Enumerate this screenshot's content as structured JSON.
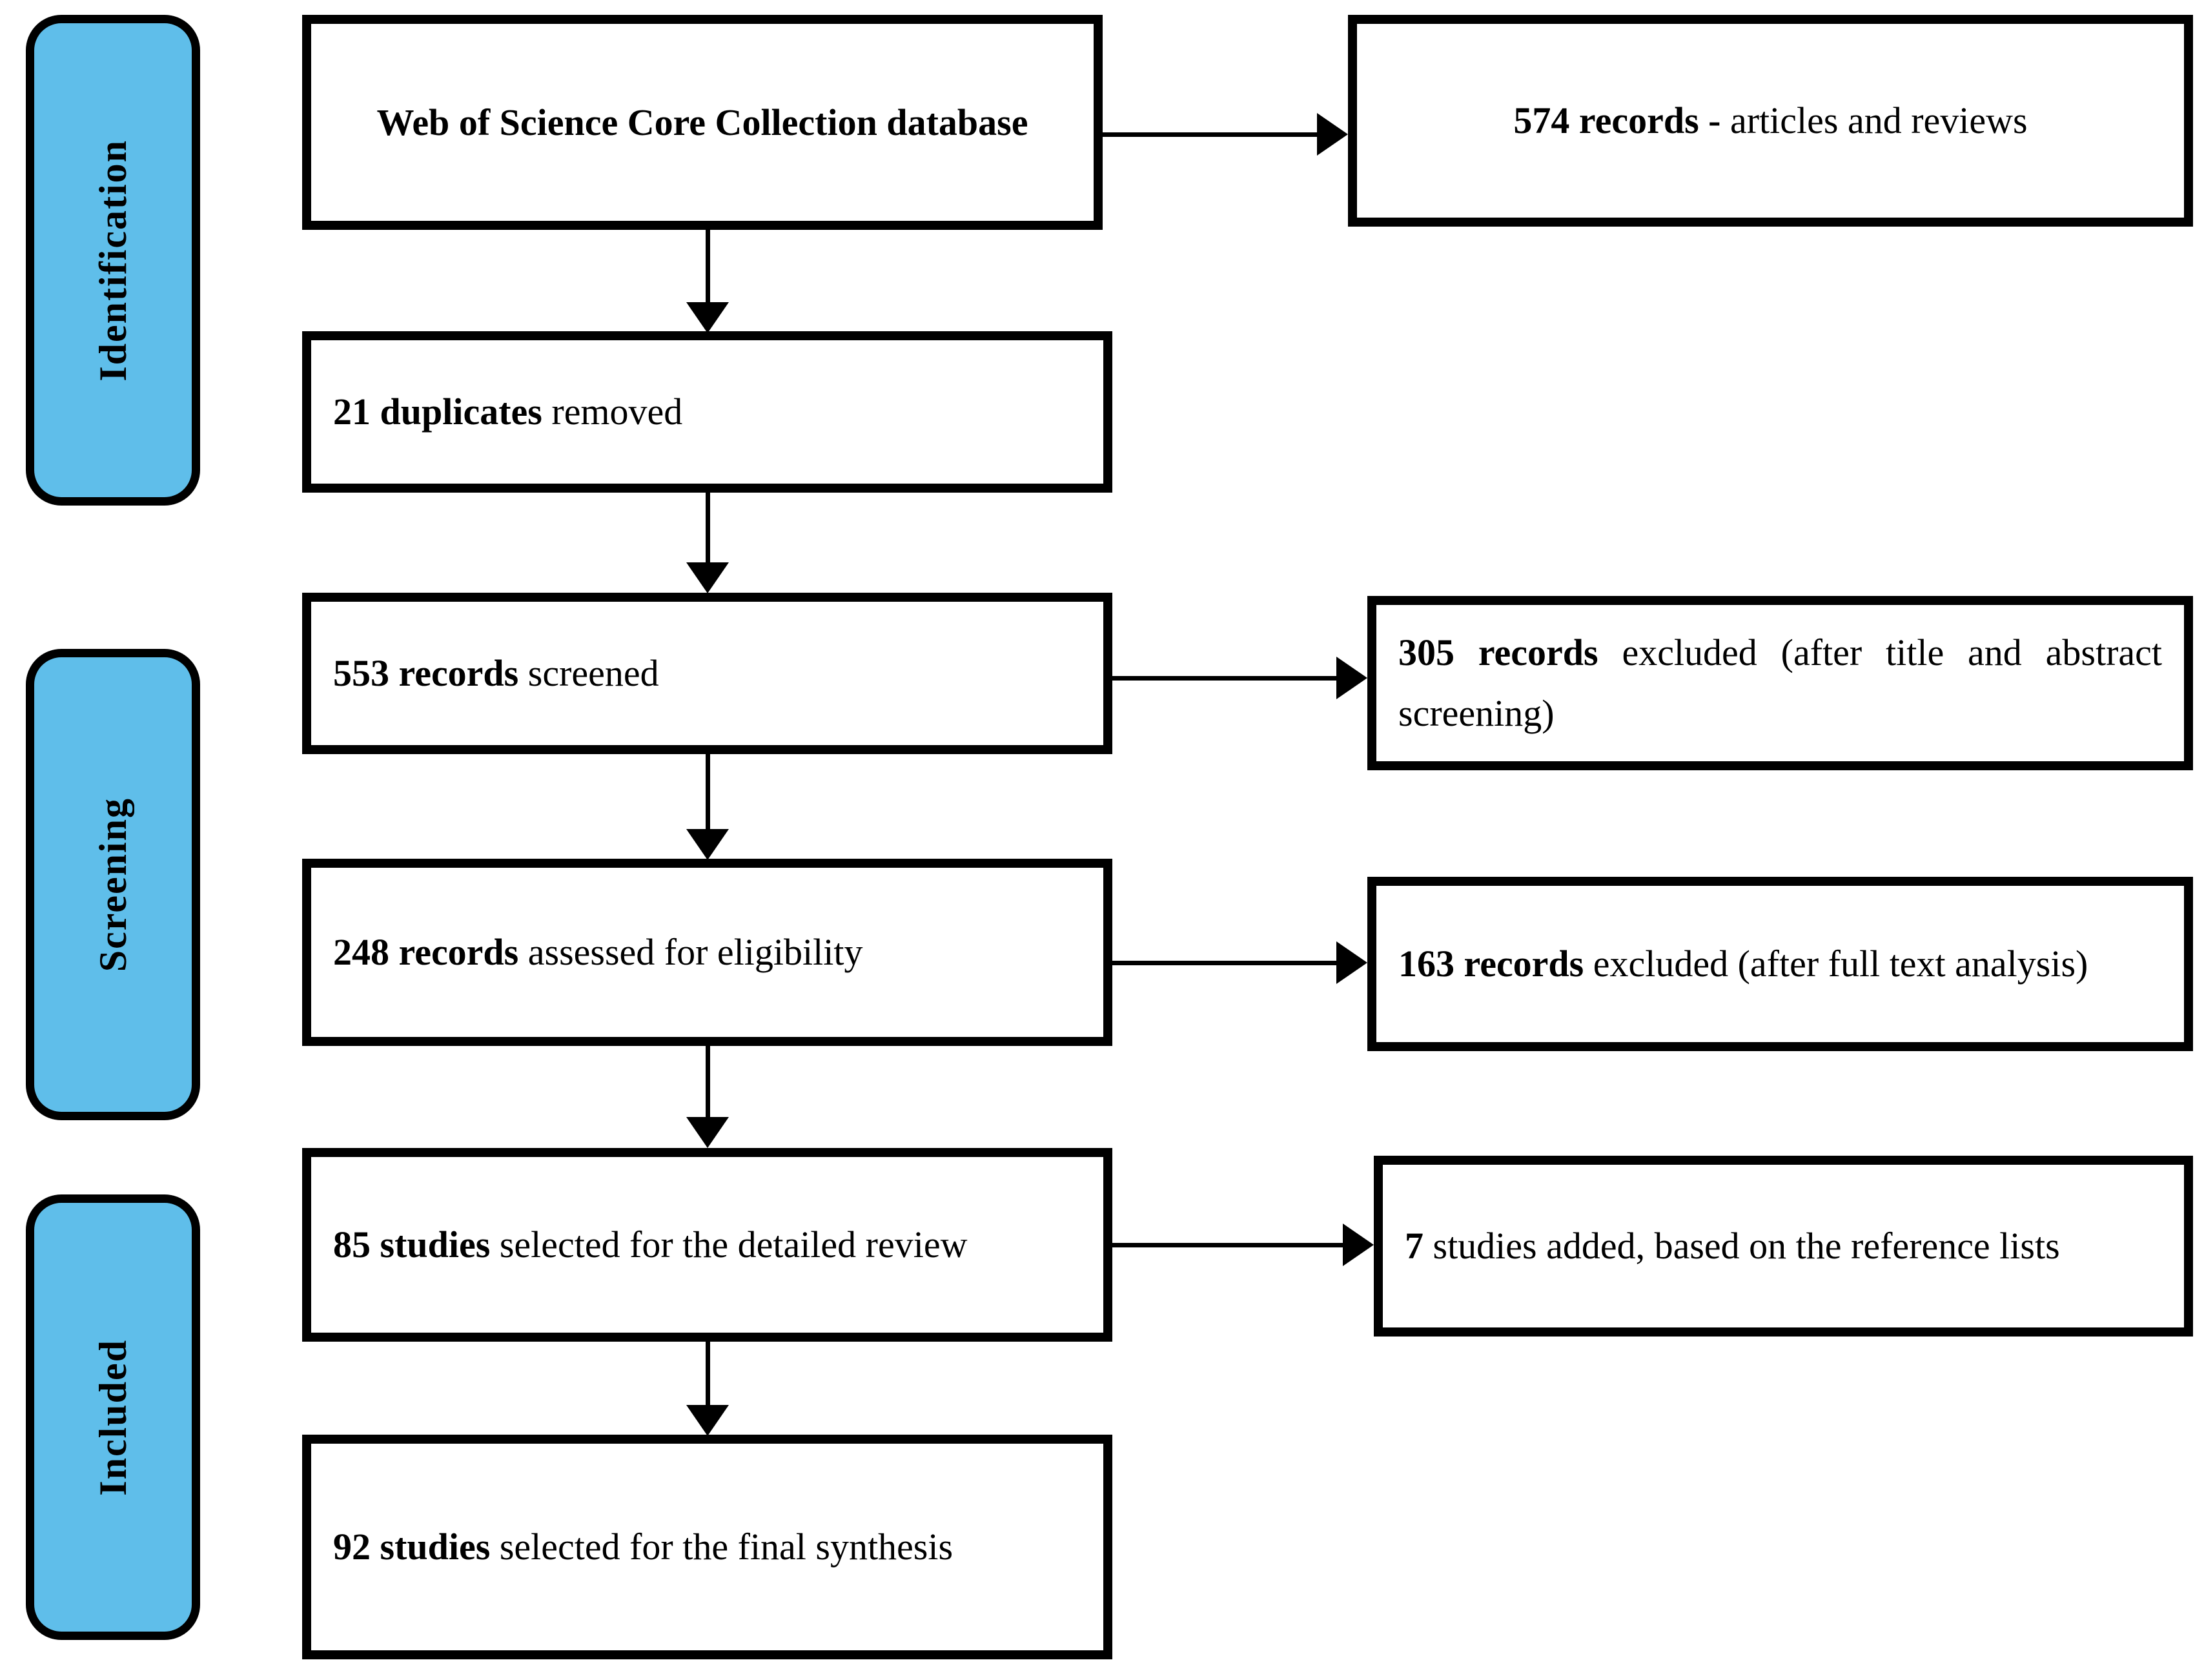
{
  "diagram": {
    "title": "PRISMA study selection flow diagram",
    "colors": {
      "pill_fill": "#5FBEEA",
      "stroke": "#000000",
      "box_fill": "#FFFFFF"
    },
    "phases": [
      {
        "id": "identification",
        "label": "Identification"
      },
      {
        "id": "screening",
        "label": "Screening"
      },
      {
        "id": "included",
        "label": "Included"
      }
    ],
    "main_boxes": [
      {
        "id": "source-database",
        "emphasis": "Web of Science Core Collection database",
        "rest": "",
        "full_text": "Web of Science Core Collection database",
        "align": "center",
        "bold_all": true
      },
      {
        "id": "duplicates-removed",
        "emphasis": "21 duplicates",
        "rest": " removed",
        "full_text": "21 duplicates removed",
        "align": "left",
        "bold_all": false
      },
      {
        "id": "records-screened",
        "emphasis": "553 records",
        "rest": " screened",
        "full_text": "553 records screened",
        "align": "left",
        "bold_all": false
      },
      {
        "id": "records-assessed",
        "emphasis": "248 records",
        "rest": " assessed for eligibility",
        "full_text": "248 records assessed for eligibility",
        "align": "left",
        "bold_all": false
      },
      {
        "id": "studies-detailed-review",
        "emphasis": "85 studies",
        "rest": " selected for the detailed review",
        "full_text": "85 studies selected for the detailed review",
        "align": "justify",
        "bold_all": false
      },
      {
        "id": "studies-final-synthesis",
        "emphasis": "92 studies",
        "rest": " selected for the final synthesis",
        "full_text": "92 studies selected for the final synthesis",
        "align": "justify",
        "bold_all": false
      }
    ],
    "side_boxes": [
      {
        "id": "records-articles-reviews",
        "emphasis": "574 records -",
        "rest": " articles and reviews",
        "full_text": "574 records - articles and reviews",
        "align": "center"
      },
      {
        "id": "records-excluded-title-abstract",
        "emphasis": "305 records",
        "rest": " excluded (after title and abstract screening)",
        "full_text": "305 records excluded (after title and abstract screening)",
        "align": "justify"
      },
      {
        "id": "records-excluded-full-text",
        "emphasis": "163 records",
        "rest": " excluded (after full text analysis)",
        "full_text": "163 records excluded (after full text analysis)",
        "align": "justify"
      },
      {
        "id": "studies-added-reference-lists",
        "emphasis": "7",
        "rest": " studies added, based on the reference lists",
        "full_text": "7 studies added, based on the reference lists",
        "align": "justify"
      }
    ],
    "counts": {
      "records_retrieved": 574,
      "duplicates_removed": 21,
      "records_screened": 553,
      "records_excluded_title_abstract": 305,
      "records_assessed": 248,
      "records_excluded_full_text": 163,
      "studies_detailed_review": 85,
      "studies_added_reference_lists": 7,
      "studies_final_synthesis": 92
    }
  }
}
